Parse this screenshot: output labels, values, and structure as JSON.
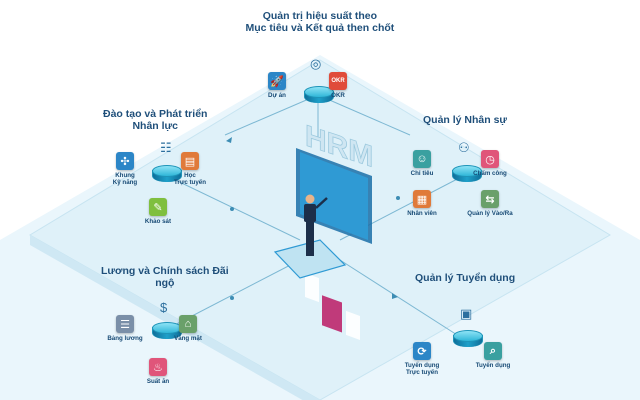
{
  "hrm_label": "HRM",
  "colors": {
    "platform": "#e4f4fb",
    "platform_edge": "#cfe9f6",
    "line": "#5aa9c9",
    "title": "#1f4f7a",
    "hub": "#2fb6d8"
  },
  "groups": [
    {
      "id": "performance",
      "title_lines": [
        "Quản trị hiệu suất theo",
        "Mục tiêu và Kết quả then chốt"
      ],
      "modules": [
        {
          "label_lines": [
            "Dự án"
          ],
          "icon": "rocket-icon",
          "color": "#2c86c7",
          "glyph": "🚀"
        },
        {
          "label_lines": [
            "OKR"
          ],
          "icon": "okr-icon",
          "color": "#e04b3a",
          "glyph": "OKR"
        }
      ],
      "extra_icon": {
        "icon": "target-icon",
        "glyph": "◎"
      }
    },
    {
      "id": "training",
      "title_lines": [
        "Đào tạo và Phát triển",
        "Nhân lực"
      ],
      "modules": [
        {
          "label_lines": [
            "Khung",
            "Kỹ năng"
          ],
          "icon": "people-network-icon",
          "color": "#2c86c7",
          "glyph": "✣"
        },
        {
          "label_lines": [
            "Học",
            "Trực tuyến"
          ],
          "icon": "presentation-icon",
          "color": "#e07a3a",
          "glyph": "▤"
        },
        {
          "label_lines": [
            "Khảo sát"
          ],
          "icon": "survey-icon",
          "color": "#7fbf3f",
          "glyph": "✎"
        }
      ],
      "extra_icon": {
        "icon": "team-icon",
        "glyph": "☷"
      }
    },
    {
      "id": "hr",
      "title_lines": [
        "Quản lý Nhân sự"
      ],
      "modules": [
        {
          "label_lines": [
            "Chỉ tiêu"
          ],
          "icon": "target-person-icon",
          "color": "#3aa0a0",
          "glyph": "☺"
        },
        {
          "label_lines": [
            "Chấm công"
          ],
          "icon": "clock-icon",
          "color": "#e0557a",
          "glyph": "◷"
        },
        {
          "label_lines": [
            "Nhân viên"
          ],
          "icon": "employee-icon",
          "color": "#e07a3a",
          "glyph": "▦"
        },
        {
          "label_lines": [
            "Quản lý Vào/Ra"
          ],
          "icon": "entry-exit-icon",
          "color": "#6aa06a",
          "glyph": "⇆"
        }
      ],
      "extra_icon": {
        "icon": "org-chart-icon",
        "glyph": "⚇"
      }
    },
    {
      "id": "salary",
      "title_lines": [
        "Lương và Chính sách Đãi",
        "ngộ"
      ],
      "modules": [
        {
          "label_lines": [
            "Bảng lương"
          ],
          "icon": "payroll-icon",
          "color": "#7a8fa8",
          "glyph": "☰"
        },
        {
          "label_lines": [
            "Vắng mặt"
          ],
          "icon": "absence-icon",
          "color": "#6aa06a",
          "glyph": "⌂"
        },
        {
          "label_lines": [
            "Suất ăn"
          ],
          "icon": "meal-icon",
          "color": "#e0557a",
          "glyph": "♨"
        }
      ],
      "extra_icon": {
        "icon": "money-icon",
        "glyph": "$"
      }
    },
    {
      "id": "recruitment",
      "title_lines": [
        "Quản lý Tuyển dụng"
      ],
      "modules": [
        {
          "label_lines": [
            "Tuyển dụng",
            "Trực tuyến"
          ],
          "icon": "online-recruit-icon",
          "color": "#2c86c7",
          "glyph": "⟳"
        },
        {
          "label_lines": [
            "Tuyển dụng"
          ],
          "icon": "search-candidate-icon",
          "color": "#3aa0a0",
          "glyph": "⌕"
        }
      ],
      "extra_icon": {
        "icon": "resume-icon",
        "glyph": "▣"
      }
    }
  ]
}
